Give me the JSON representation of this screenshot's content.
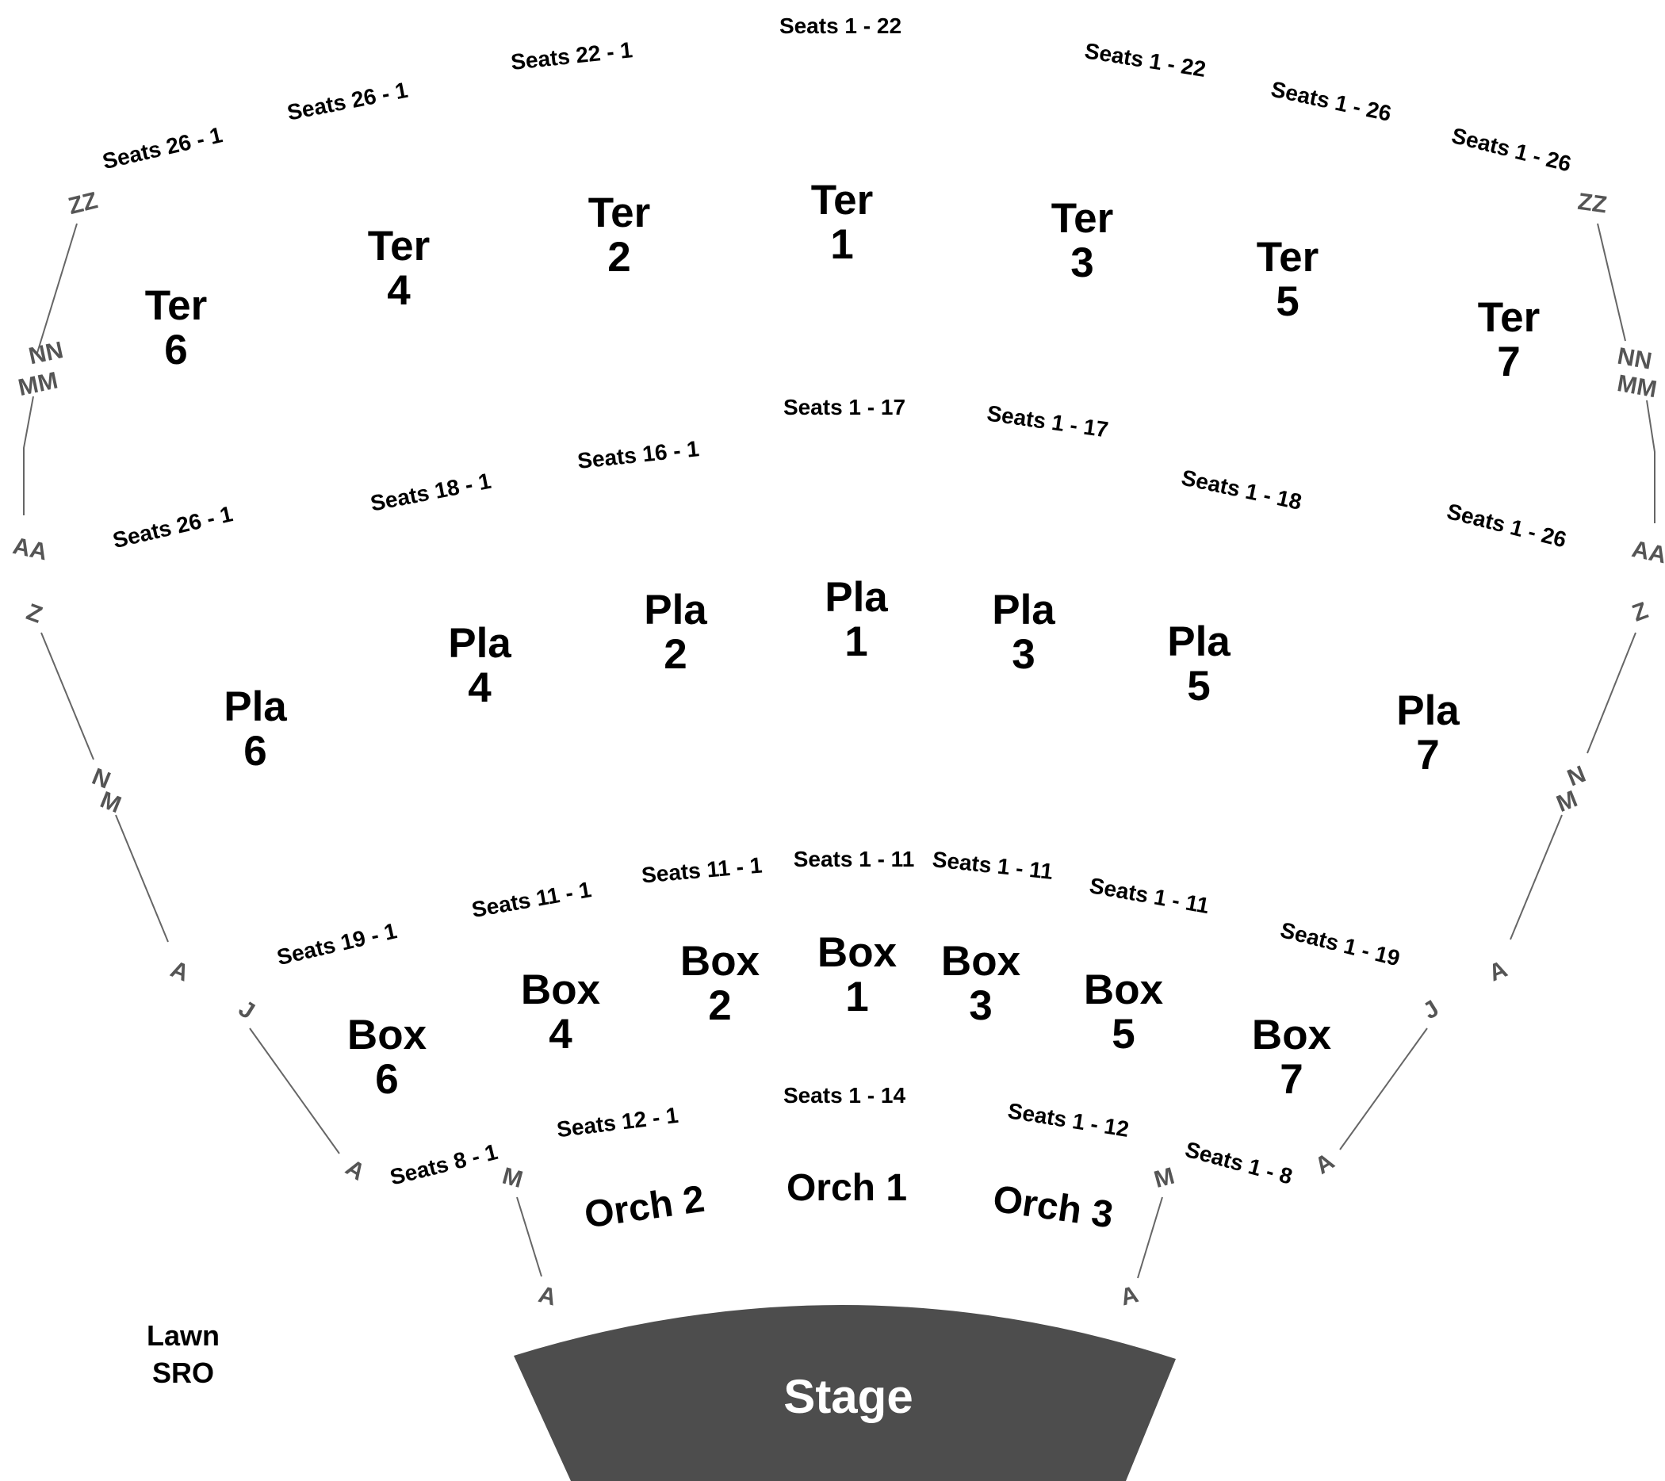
{
  "colors": {
    "stage": "#4d4d4d",
    "row_label": "#555555",
    "aisle_line": "#666666"
  },
  "stage": {
    "label": "Stage"
  },
  "lawn": {
    "line1": "Lawn",
    "line2": "SRO"
  },
  "sections": {
    "ter1": {
      "name": "Ter",
      "num": "1"
    },
    "ter2": {
      "name": "Ter",
      "num": "2"
    },
    "ter3": {
      "name": "Ter",
      "num": "3"
    },
    "ter4": {
      "name": "Ter",
      "num": "4"
    },
    "ter5": {
      "name": "Ter",
      "num": "5"
    },
    "ter6": {
      "name": "Ter",
      "num": "6"
    },
    "ter7": {
      "name": "Ter",
      "num": "7"
    },
    "pla1": {
      "name": "Pla",
      "num": "1"
    },
    "pla2": {
      "name": "Pla",
      "num": "2"
    },
    "pla3": {
      "name": "Pla",
      "num": "3"
    },
    "pla4": {
      "name": "Pla",
      "num": "4"
    },
    "pla5": {
      "name": "Pla",
      "num": "5"
    },
    "pla6": {
      "name": "Pla",
      "num": "6"
    },
    "pla7": {
      "name": "Pla",
      "num": "7"
    },
    "box1": {
      "name": "Box",
      "num": "1"
    },
    "box2": {
      "name": "Box",
      "num": "2"
    },
    "box3": {
      "name": "Box",
      "num": "3"
    },
    "box4": {
      "name": "Box",
      "num": "4"
    },
    "box5": {
      "name": "Box",
      "num": "5"
    },
    "box6": {
      "name": "Box",
      "num": "6"
    },
    "box7": {
      "name": "Box",
      "num": "7"
    },
    "orch1": {
      "label": "Orch 1"
    },
    "orch2": {
      "label": "Orch 2"
    },
    "orch3": {
      "label": "Orch 3"
    }
  },
  "seats": {
    "ter1": "Seats 1 - 22",
    "ter2": "Seats 22 - 1",
    "ter3": "Seats 1 - 22",
    "ter4": "Seats 26 - 1",
    "ter5": "Seats 1 - 26",
    "ter6": "Seats 26 - 1",
    "ter7": "Seats 1 - 26",
    "pla1": "Seats 1 - 17",
    "pla2": "Seats 16 - 1",
    "pla3": "Seats 1 - 17",
    "pla4": "Seats 18 - 1",
    "pla5": "Seats 1 - 18",
    "pla6": "Seats 26 - 1",
    "pla7": "Seats 1 - 26",
    "box1": "Seats 1 - 11",
    "box2": "Seats 11 - 1",
    "box3": "Seats 1 - 11",
    "box4": "Seats 11 - 1",
    "box5": "Seats 1 - 11",
    "box6": "Seats 19 - 1",
    "box7": "Seats 1 - 19",
    "orch1": "Seats 1 - 14",
    "orch2": "Seats 12 - 1",
    "orch3": "Seats 1 - 12",
    "side_left": "Seats 8 - 1",
    "side_right": "Seats 1 - 8"
  },
  "rows": {
    "zz": "ZZ",
    "nn": "NN",
    "mm": "MM",
    "aa": "AA",
    "z": "Z",
    "n": "N",
    "m": "M",
    "a": "A",
    "j": "J"
  }
}
